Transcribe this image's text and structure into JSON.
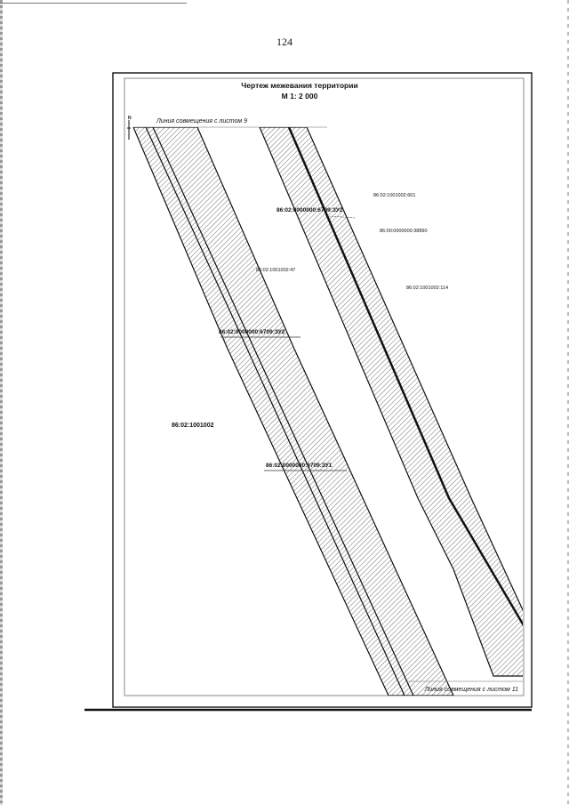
{
  "page_number": "124",
  "drawing": {
    "title": "Чертеж межевания территории",
    "scale": "М 1: 2 000",
    "junction_top": "Линия совмещения с листом 9",
    "junction_bottom": "Линия совмещения с листом 11",
    "north_label": "N",
    "labels": {
      "parcel_601": "86:02:1001002:601",
      "zu2_top": "86:02:0000000:6709:ЗУ2",
      "parcel_38890": "86:00:0000000:38890",
      "parcel_47": "86:02:1001002:47",
      "parcel_114": "86:02:1001002:114",
      "zu2_mid": "86:02:0000000:6709:ЗУ2",
      "quarter": "86:02:1001002",
      "zu1": "86:02:0000000:6709:ЗУ1"
    }
  }
}
